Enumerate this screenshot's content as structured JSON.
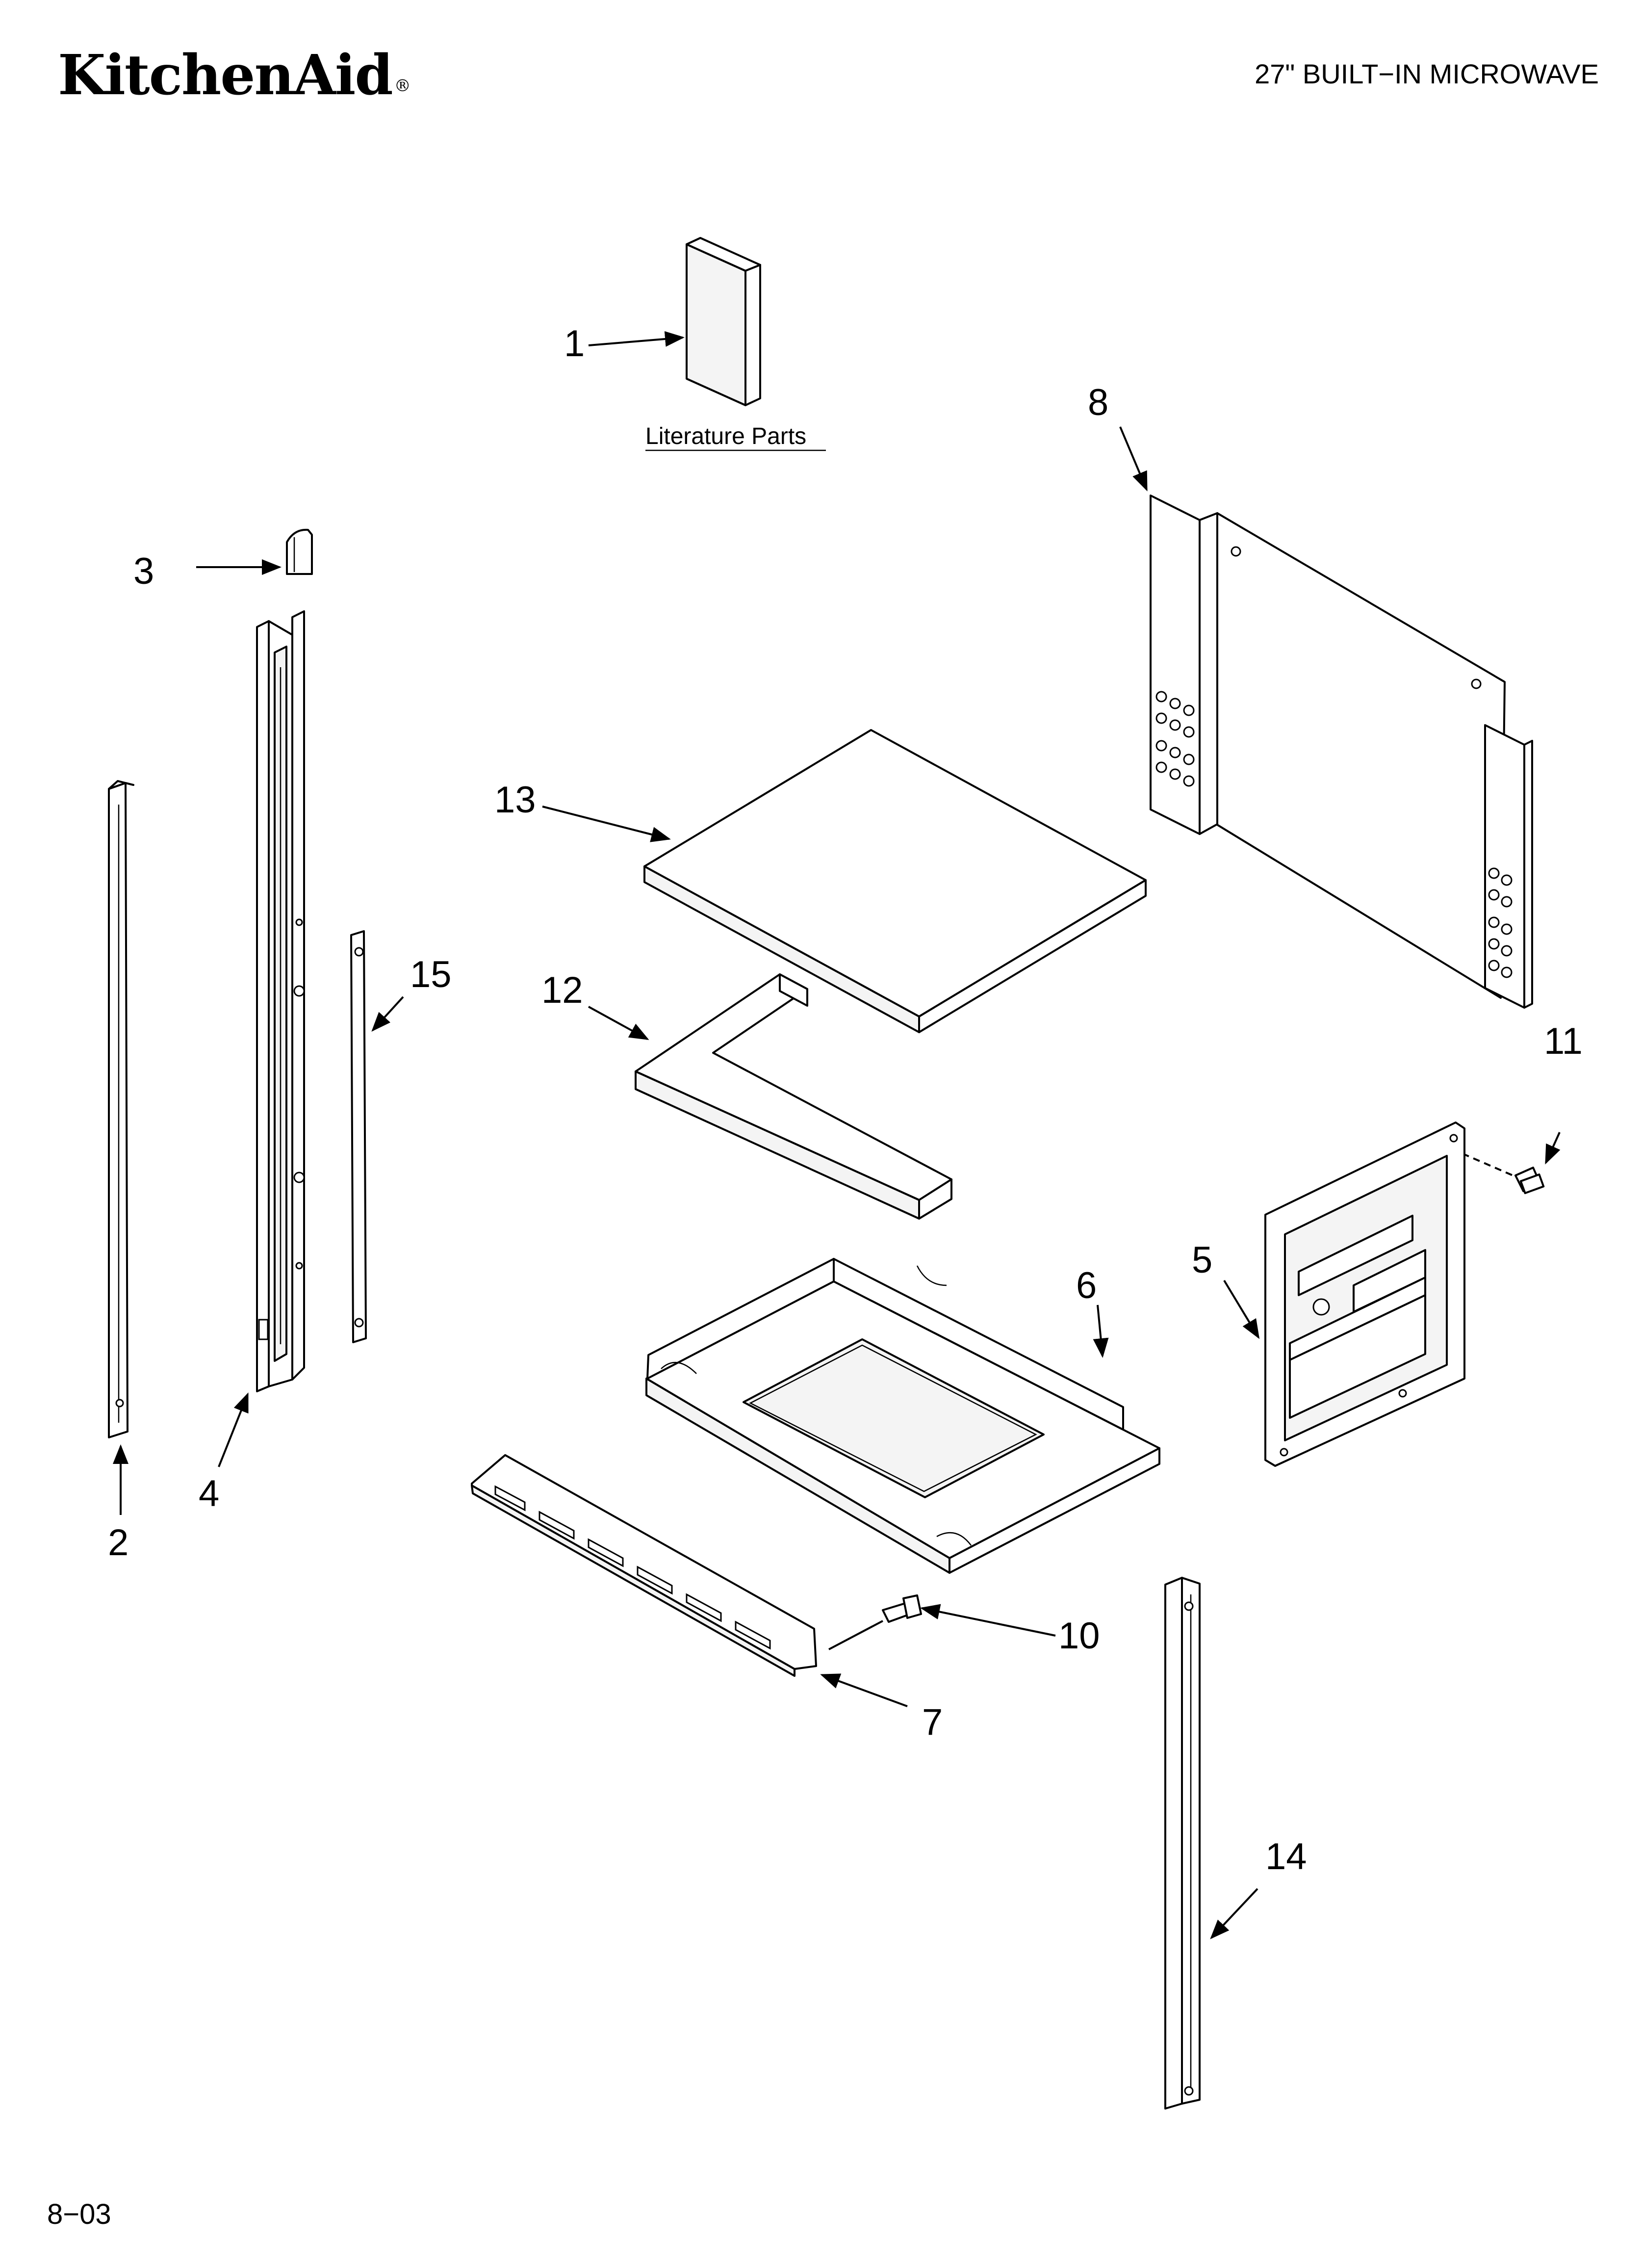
{
  "header": {
    "brand": "KitchenAid",
    "registered_mark": "®",
    "model_title": "27\" BUILT−IN MICROWAVE"
  },
  "literature_label": "Literature Parts",
  "callouts": {
    "c1": "1",
    "c2": "2",
    "c3": "3",
    "c4": "4",
    "c5": "5",
    "c6": "6",
    "c7": "7",
    "c8": "8",
    "c10": "10",
    "c11": "11",
    "c12": "12",
    "c13": "13",
    "c14": "14",
    "c15": "15"
  },
  "footer": {
    "date_code": "8−03"
  }
}
